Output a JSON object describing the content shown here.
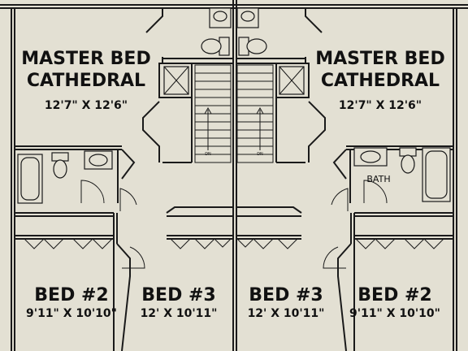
{
  "background_color": "#e3e0d3",
  "line_color": "#1a1a1a",
  "left_unit": {
    "master": {
      "title_line1": "MASTER BED",
      "title_line2": "CATHEDRAL",
      "dimensions": "12'7\" X 12'6\""
    },
    "bed2": {
      "title": "BED #2",
      "dimensions": "9'11\" X 10'10\""
    },
    "bed3": {
      "title": "BED #3",
      "dimensions": "12' X 10'11\""
    },
    "stair_label": "DN"
  },
  "right_unit": {
    "master": {
      "title_line1": "MASTER BED",
      "title_line2": "CATHEDRAL",
      "dimensions": "12'7\" X 12'6\""
    },
    "bed2": {
      "title": "BED #2",
      "dimensions": "9'11\" X 10'10\""
    },
    "bed3": {
      "title": "BED #3",
      "dimensions": "12' X 10'11\""
    },
    "bath_label": "BATH",
    "stair_label": "DN"
  },
  "icons": [
    "toilet-icon",
    "sink-icon",
    "bathtub-icon",
    "closet-door-icon",
    "door-swing-icon",
    "stair-arrow-icon",
    "chimney-x-icon"
  ]
}
